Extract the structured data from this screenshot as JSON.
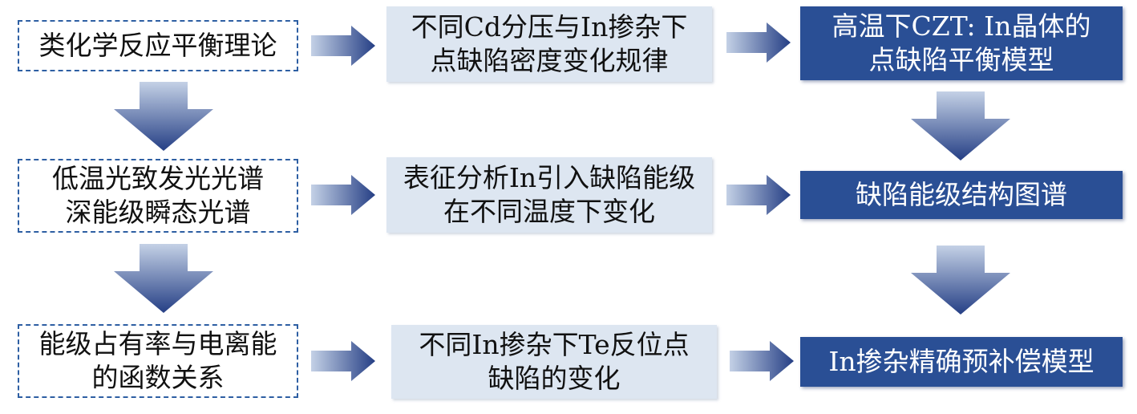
{
  "colors": {
    "dashed_border": "#2e5fa3",
    "light_box": "#dde6f1",
    "dark_box": "#2a4f95",
    "arrow_top": "#c4d1e6",
    "arrow_bottom": "#253f85"
  },
  "left": [
    {
      "text": "类化学反应平衡理论"
    },
    {
      "text": "低温光致发光光谱\n深能级瞬态光谱"
    },
    {
      "text": "能级占有率与电离能\n的函数关系"
    }
  ],
  "middle": [
    {
      "text": "不同Cd分压与In掺杂下\n点缺陷密度变化规律"
    },
    {
      "text": "表征分析In引入缺陷能级\n在不同温度下变化"
    },
    {
      "text": "不同In掺杂下Te反位点\n缺陷的变化"
    }
  ],
  "right": [
    {
      "text": "高温下CZT: In晶体的\n点缺陷平衡模型"
    },
    {
      "text": "缺陷能级结构图谱"
    },
    {
      "text": "In掺杂精确预补偿模型"
    }
  ]
}
